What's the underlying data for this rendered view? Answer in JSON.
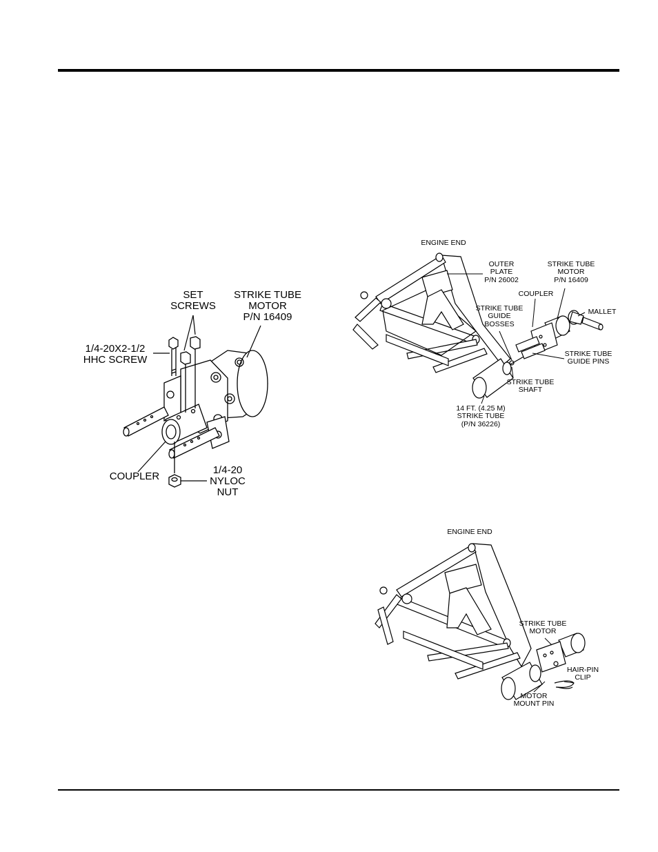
{
  "figure1": {
    "set_screws": [
      "SET",
      "SCREWS"
    ],
    "motor": [
      "STRIKE TUBE",
      "MOTOR",
      "P/N 16409"
    ],
    "hhc_screw": [
      "1/4-20X2-1/2",
      "HHC SCREW"
    ],
    "coupler": "COUPLER",
    "nut": [
      "1/4-20",
      "NYLOC",
      "NUT"
    ]
  },
  "figure2": {
    "engine_end": "ENGINE END",
    "outer_plate": [
      "OUTER",
      "PLATE",
      "P/N 26002"
    ],
    "motor": [
      "STRIKE TUBE",
      "MOTOR",
      "P/N 16409"
    ],
    "coupler": "COUPLER",
    "mallet": "MALLET",
    "guide_bosses": [
      "STRIKE TUBE",
      "GUIDE",
      "BOSSES"
    ],
    "guide_pins": [
      "STRIKE TUBE",
      "GUIDE PINS"
    ],
    "shaft": [
      "STRIKE TUBE",
      "SHAFT"
    ],
    "strike_tube": [
      "14 FT. (4.25 M)",
      "STRIKE TUBE",
      "(P/N 36226)"
    ]
  },
  "figure3": {
    "engine_end": "ENGINE END",
    "motor": [
      "STRIKE TUBE",
      "MOTOR"
    ],
    "hairpin": [
      "HAIR-PIN",
      "CLIP"
    ],
    "mount_pin": [
      "MOTOR",
      "MOUNT PIN"
    ]
  }
}
